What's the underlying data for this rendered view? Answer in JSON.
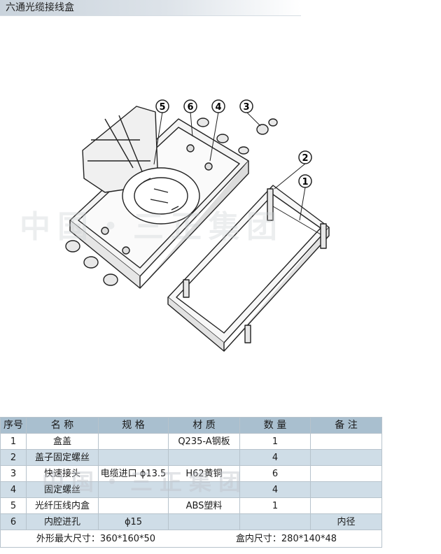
{
  "header": {
    "title": "六通光缆接线盒"
  },
  "callouts": [
    "1",
    "2",
    "3",
    "4",
    "5",
    "6"
  ],
  "watermark": {
    "text": "中国・三正集团"
  },
  "table": {
    "headers": [
      "序号",
      "名 称",
      "规 格",
      "材 质",
      "数 量",
      "备 注"
    ],
    "rows": [
      [
        "1",
        "盒盖",
        "",
        "Q235-A钢板",
        "1",
        ""
      ],
      [
        "2",
        "盖子固定螺丝",
        "",
        "",
        "4",
        ""
      ],
      [
        "3",
        "快速接头",
        "电缆进口 ϕ13.5",
        "H62黄铜",
        "6",
        ""
      ],
      [
        "4",
        "固定螺丝",
        "",
        "",
        "4",
        ""
      ],
      [
        "5",
        "光纤压线内盒",
        "",
        "ABS塑料",
        "1",
        ""
      ],
      [
        "6",
        "内腔进孔",
        "ϕ15",
        "",
        "",
        "内径"
      ]
    ],
    "footer": {
      "outer_size": "外形最大尺寸：360*160*50",
      "inner_size": "盒内尺寸：280*140*48"
    }
  }
}
